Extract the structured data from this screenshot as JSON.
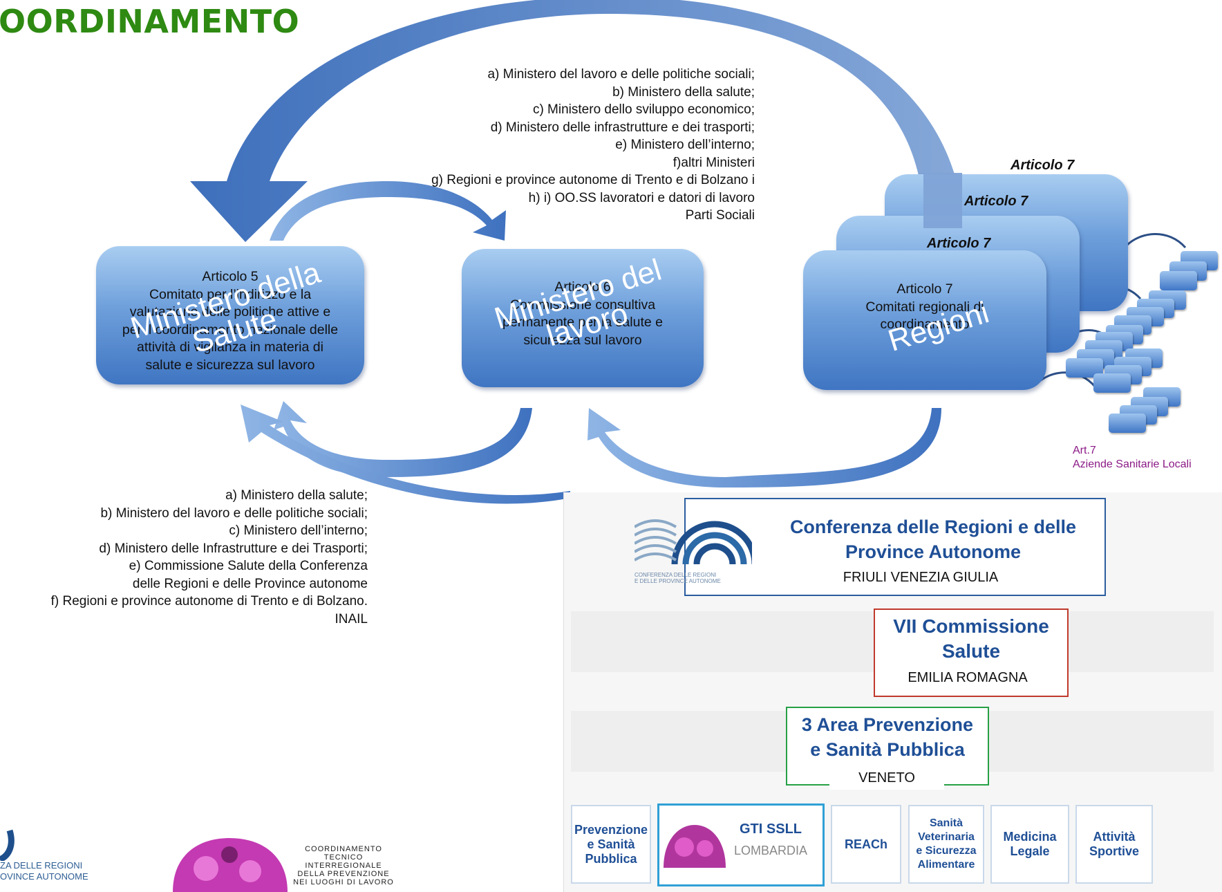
{
  "title": "OORDINAMENTO",
  "top_list": [
    "a) Ministero del lavoro e delle politiche sociali;",
    "b) Ministero della salute;",
    "c) Ministero dello sviluppo economico;",
    "d) Ministero delle infrastrutture e dei trasporti;",
    "e) Ministero dell’interno;",
    "f)altri  Ministeri",
    "g) Regioni e province autonome di Trento e di Bolzano i",
    "h) i) OO.SS lavoratori e datori di lavoro",
    "Parti Sociali"
  ],
  "box5": {
    "lines": [
      "Articolo 5",
      "Comitato per l’indirizzo e la",
      "valutazione delle politiche attive e",
      "per il coordinamento nazionale delle",
      "attività di vigilanza in materia di",
      "salute e sicurezza sul lavoro"
    ],
    "watermark": [
      "Ministero della",
      "Salute"
    ]
  },
  "box6": {
    "lines": [
      "Articolo 6",
      "Commissione consultiva",
      "permanente per la salute e",
      "sicurezza sul lavoro"
    ],
    "watermark": [
      "Ministero del",
      "lavoro"
    ]
  },
  "box7": {
    "lines": [
      "Articolo 7",
      "Comitati regionali di",
      "coordinamento"
    ],
    "watermark": "Regioni",
    "stack_labels": [
      "Articolo 7",
      "Articolo 7",
      "Articolo 7"
    ]
  },
  "asl_label": [
    "Art.7",
    "Aziende Sanitarie Locali"
  ],
  "left_list": [
    "a) Ministero della salute;",
    "b) Ministero del lavoro e delle politiche sociali;",
    "c) Ministero dell’interno;",
    "d) Ministero delle Infrastrutture e dei Trasporti;",
    "e) Commissione Salute della Conferenza",
    "delle Regioni e delle Province autonome",
    "f) Regioni e province autonome di Trento e di Bolzano.",
    "INAIL"
  ],
  "conferenza": {
    "title_lines": [
      "Conferenza delle Regioni e delle",
      "Province Autonome"
    ],
    "region": "FRIULI VENEZIA GIULIA",
    "logo_text": [
      "CONFERENZA DELLE REGIONI",
      "E DELLE PROVINCE AUTONOME"
    ]
  },
  "commissione": {
    "title_lines": [
      "VII Commissione",
      "Salute"
    ],
    "region": "EMILIA ROMAGNA"
  },
  "area": {
    "title_num": "3",
    "title_lines": [
      " Area Prevenzione",
      "e Sanità Pubblica"
    ],
    "region": "VENETO"
  },
  "tiles": {
    "prevenzione": [
      "Prevenzione",
      "e Sanità",
      "Pubblica"
    ],
    "gti": "GTI SSLL",
    "gti_region": "LOMBARDIA",
    "reach": "REACh",
    "sanita": [
      "Sanità",
      "Veterinaria",
      "e Sicurezza",
      "Alimentare"
    ],
    "medicina": [
      "Medicina",
      "Legale"
    ],
    "attivita": [
      "Attività",
      "Sportive"
    ]
  },
  "footer_logo1": [
    "ZA DELLE REGIONI",
    "OVINCE AUTONOME"
  ],
  "footer_logo2": [
    "COORDINAMENTO",
    "TECNICO",
    "INTERREGIONALE",
    "DELLA PREVENZIONE",
    "NEI LUOGHI DI LAVORO"
  ],
  "colors": {
    "title": "#2e8a12",
    "box_blue": "#4f86cf",
    "arrow_blue": "#3e71bf",
    "asl_purple": "#8b1a86",
    "conf_blue": "#1f4f96",
    "comm_red": "#c0392b",
    "area_green": "#27a045"
  }
}
